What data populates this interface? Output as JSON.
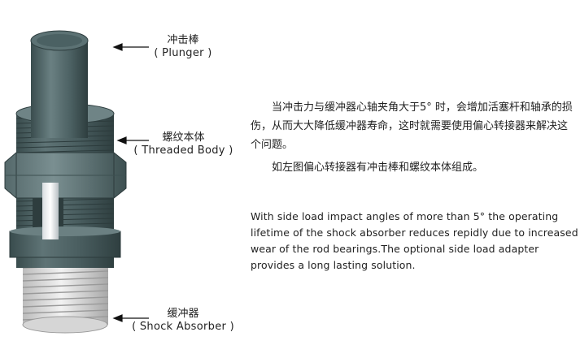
{
  "labels": {
    "plunger_zh": "冲击棒",
    "plunger_en": "( Plunger )",
    "body_zh": "螺纹本体",
    "body_en": "( Threaded Body )",
    "shock_zh": "缓冲器",
    "shock_en": "( Shock Absorber )"
  },
  "text": {
    "zh_paragraph_1": "当冲击力与缓冲器心轴夹角大于5° 时，会增加活塞杆和轴承的损伤，从而大大降低缓冲器寿命，这时就需要使用偏心转接器来解决这个问题。",
    "zh_paragraph_2": "如左图偏心转接器有冲击棒和螺纹本体组成。",
    "en_paragraph": "With side load impact angles of more than 5°  the operating lifetime of the shock absorber reduces repidly due to increased wear of the rod bearings.The optional side load adapter provides a long lasting solution."
  },
  "colors": {
    "metal_dark": "#3f5455",
    "metal_mid": "#5b7072",
    "metal_light": "#8fa3a3",
    "thread_white": "#e6e6e6"
  }
}
